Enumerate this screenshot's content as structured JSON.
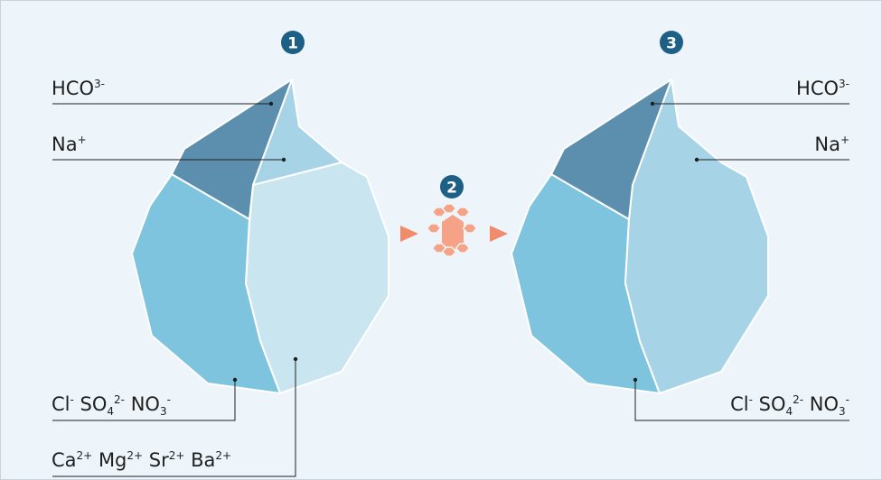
{
  "steps": {
    "first": "1",
    "second": "2",
    "third": "3"
  },
  "left": {
    "hco3": {
      "base": "HCO",
      "sup": "3-"
    },
    "na": {
      "base": "Na",
      "sup": "+"
    },
    "anions": {
      "cl": "Cl",
      "cl_sup": "-",
      "so4": "SO",
      "so4_sub": "4",
      "so4_sup": "2-",
      "no3": "NO",
      "no3_sub": "3",
      "no3_sup": "-"
    },
    "cations": {
      "ca": "Ca",
      "ca_sup": "2+",
      "mg": "Mg",
      "mg_sup": "2+",
      "sr": "Sr",
      "sr_sup": "2+",
      "ba": "Ba",
      "ba_sup": "2+"
    }
  },
  "right": {
    "hco3": {
      "base": "HCO",
      "sup": "3-"
    },
    "na": {
      "base": "Na",
      "sup": "+"
    },
    "anions": {
      "cl": "Cl",
      "cl_sup": "-",
      "so4": "SO",
      "so4_sub": "4",
      "so4_sup": "2-",
      "no3": "NO",
      "no3_sub": "3",
      "no3_sup": "-"
    }
  },
  "colors": {
    "background": "#eef5fa",
    "bicarbonate": "#5c8eae",
    "sodium": "#a6d4e6",
    "anion_group": "#7fc4df",
    "cation_group": "#c9e6f0",
    "step_badge": "#1e5f86",
    "arrow": "#f28b6a",
    "exchange_resin": "#f6a287"
  }
}
